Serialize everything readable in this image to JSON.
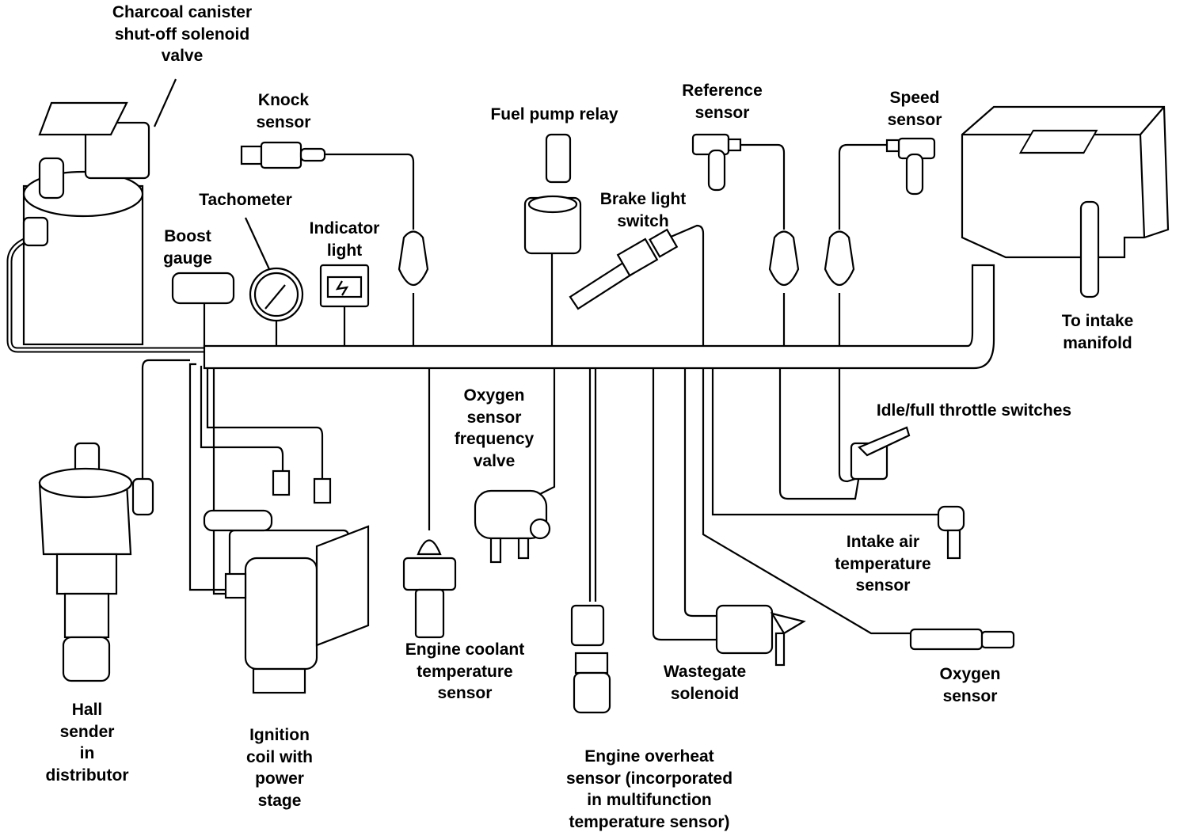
{
  "labels": {
    "charcoal_canister": "Charcoal canister\nshut-off solenoid\nvalve",
    "knock_sensor": "Knock\nsensor",
    "fuel_pump_relay": "Fuel pump relay",
    "reference_sensor": "Reference\nsensor",
    "speed_sensor": "Speed\nsensor",
    "tachometer": "Tachometer",
    "indicator_light": "Indicator\nlight",
    "boost_gauge": "Boost\ngauge",
    "brake_light_switch": "Brake light\nswitch",
    "to_intake_manifold": "To intake\nmanifold",
    "idle_full_throttle": "Idle/full throttle switches",
    "oxygen_sensor_frequency_valve": "Oxygen\nsensor\nfrequency\nvalve",
    "intake_air_temp_sensor": "Intake air\ntemperature\nsensor",
    "engine_coolant_temp_sensor": "Engine coolant\ntemperature\nsensor",
    "wastegate_solenoid": "Wastegate\nsolenoid",
    "oxygen_sensor": "Oxygen\nsensor",
    "hall_sender": "Hall\nsender\nin\ndistributor",
    "ignition_coil": "Ignition\ncoil with\npower\nstage",
    "engine_overheat_sensor": "Engine overheat\nsensor (incorporated\nin multifunction\ntemperature sensor)"
  },
  "colors": {
    "line": "#000000",
    "background": "#ffffff"
  }
}
